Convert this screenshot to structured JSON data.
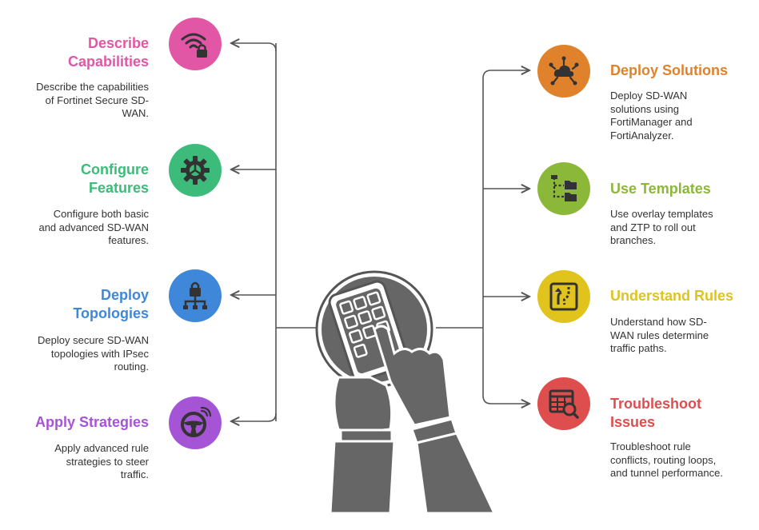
{
  "colors": {
    "pink": "#E256A6",
    "green": "#3DBB7A",
    "blue": "#3F87D8",
    "purple": "#A654D6",
    "orange": "#E0822C",
    "lime": "#8CB839",
    "yellow": "#E0C31C",
    "red": "#DE4E4E",
    "line": "#555555",
    "device": "#666666"
  },
  "left_items": [
    {
      "title": "Describe Capabilities",
      "title_line1": "Describe",
      "title_line2": "Capabilities",
      "desc_line1": "Describe the capabilities",
      "desc_line2": "of Fortinet Secure SD-",
      "desc_line3": "WAN.",
      "icon": "wifi-lock-icon",
      "color": "#E256A6"
    },
    {
      "title": "Configure Features",
      "title_line1": "Configure",
      "title_line2": "Features",
      "desc_line1": "Configure both basic",
      "desc_line2": "and advanced SD-WAN",
      "desc_line3": "features.",
      "icon": "gear-icon",
      "color": "#3DBB7A"
    },
    {
      "title": "Deploy Topologies",
      "title_line1": "Deploy",
      "title_line2": "Topologies",
      "desc_line1": "Deploy secure SD-WAN",
      "desc_line2": "topologies with IPsec",
      "desc_line3": "routing.",
      "icon": "network-lock-icon",
      "color": "#3F87D8"
    },
    {
      "title": "Apply Strategies",
      "title_line1": "Apply Strategies",
      "desc_line1": "Apply advanced rule",
      "desc_line2": "strategies to steer",
      "desc_line3": "traffic.",
      "icon": "steering-wheel-icon",
      "color": "#A654D6"
    }
  ],
  "right_items": [
    {
      "title": "Deploy Solutions",
      "title_line1": "Deploy Solutions",
      "desc_line1": "Deploy SD-WAN",
      "desc_line2": "solutions using",
      "desc_line3": "FortiManager and",
      "desc_line4": "FortiAnalyzer.",
      "icon": "cloud-network-icon",
      "color": "#E0822C"
    },
    {
      "title": "Use Templates",
      "title_line1": "Use Templates",
      "desc_line1": "Use overlay templates",
      "desc_line2": "and ZTP to roll out",
      "desc_line3": "branches.",
      "icon": "folder-tree-icon",
      "color": "#8CB839"
    },
    {
      "title": "Understand Rules",
      "title_line1": "Understand Rules",
      "desc_line1": "Understand how SD-",
      "desc_line2": "WAN rules determine",
      "desc_line3": "traffic paths.",
      "icon": "route-road-icon",
      "color": "#E0C31C"
    },
    {
      "title": "Troubleshoot Issues",
      "title_line1": "Troubleshoot",
      "title_line2": "Issues",
      "desc_line1": "Troubleshoot rule",
      "desc_line2": "conflicts, routing loops,",
      "desc_line3": "and tunnel performance.",
      "icon": "table-search-icon",
      "color": "#DE4E4E"
    }
  ]
}
